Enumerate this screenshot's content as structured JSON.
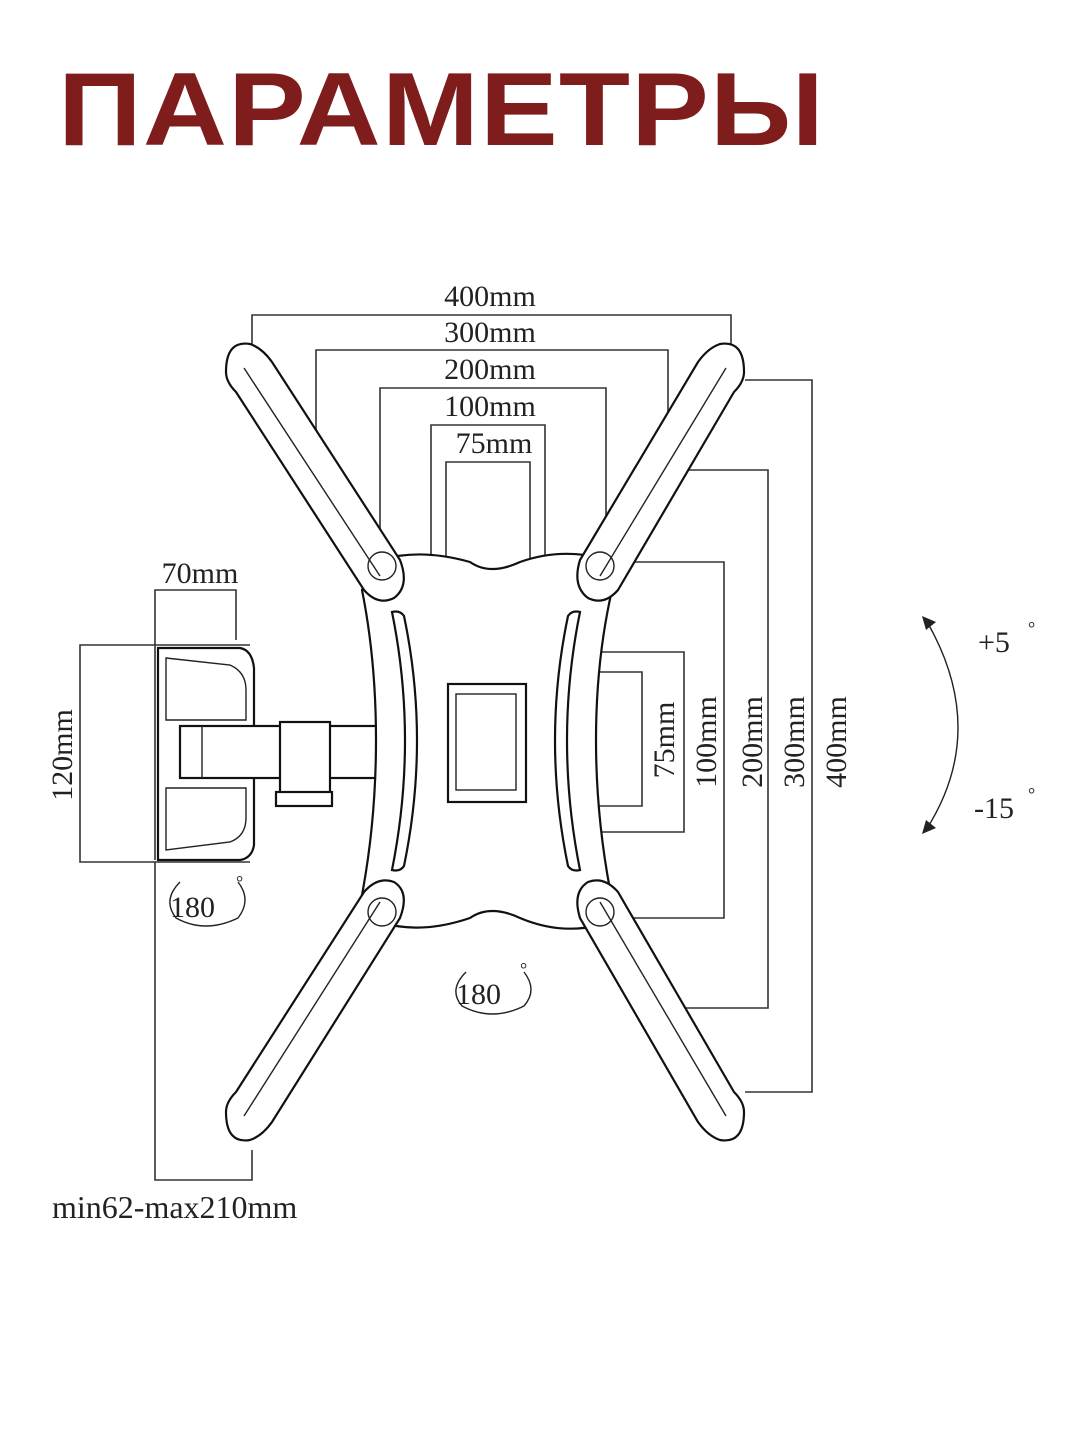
{
  "title": "ПАРАМЕТРЫ",
  "dimensions": {
    "h400": "400mm",
    "h300": "300mm",
    "h200": "200mm",
    "h100": "100mm",
    "h75": "75mm",
    "v75": "75mm",
    "v100": "100mm",
    "v200": "200mm",
    "v300": "300mm",
    "v400": "400mm",
    "arm_width": "70mm",
    "arm_height": "120mm",
    "extension": "min62-max210mm"
  },
  "rotation": {
    "arm_swivel": "180",
    "plate_rotation": "180",
    "tilt_up": "+5",
    "tilt_down": "-15",
    "degree_symbol": "°"
  },
  "colors": {
    "title": "#7f1d1d",
    "line": "#222222"
  }
}
